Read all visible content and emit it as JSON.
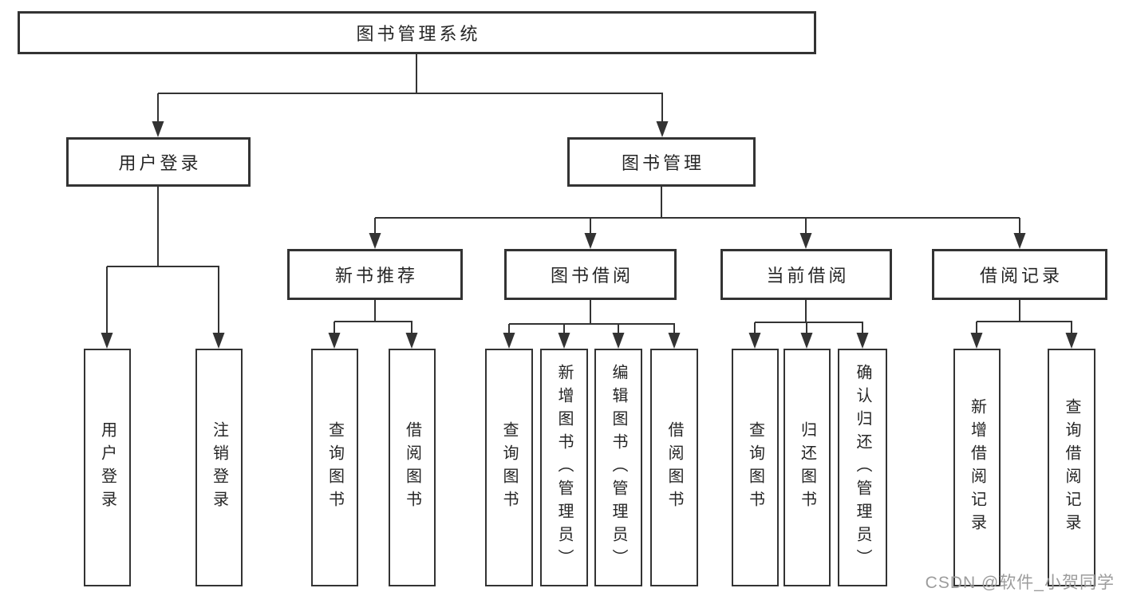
{
  "nodes": {
    "root": {
      "label": "图书管理系统"
    },
    "level2": [
      {
        "label": "用户登录"
      },
      {
        "label": "图书管理"
      }
    ],
    "level3": [
      {
        "label": "新书推荐"
      },
      {
        "label": "图书借阅"
      },
      {
        "label": "当前借阅"
      },
      {
        "label": "借阅记录"
      }
    ],
    "leaves": [
      {
        "label": "用户登录"
      },
      {
        "label": "注销登录"
      },
      {
        "label": "查询图书"
      },
      {
        "label": "借阅图书"
      },
      {
        "label": "查询图书"
      },
      {
        "label": "新增图书（管理员）"
      },
      {
        "label": "编辑图书（管理员）"
      },
      {
        "label": "借阅图书"
      },
      {
        "label": "查询图书"
      },
      {
        "label": "归还图书"
      },
      {
        "label": "确认归还（管理员）"
      },
      {
        "label": "新增借阅记录"
      },
      {
        "label": "查询借阅记录"
      }
    ]
  },
  "watermark": {
    "text": "CSDN @软件_小贺同学"
  },
  "colors": {
    "line": "#333333",
    "box_border": "#333333",
    "text": "#262626",
    "watermark": "#9c9c9c",
    "background": "#ffffff"
  }
}
